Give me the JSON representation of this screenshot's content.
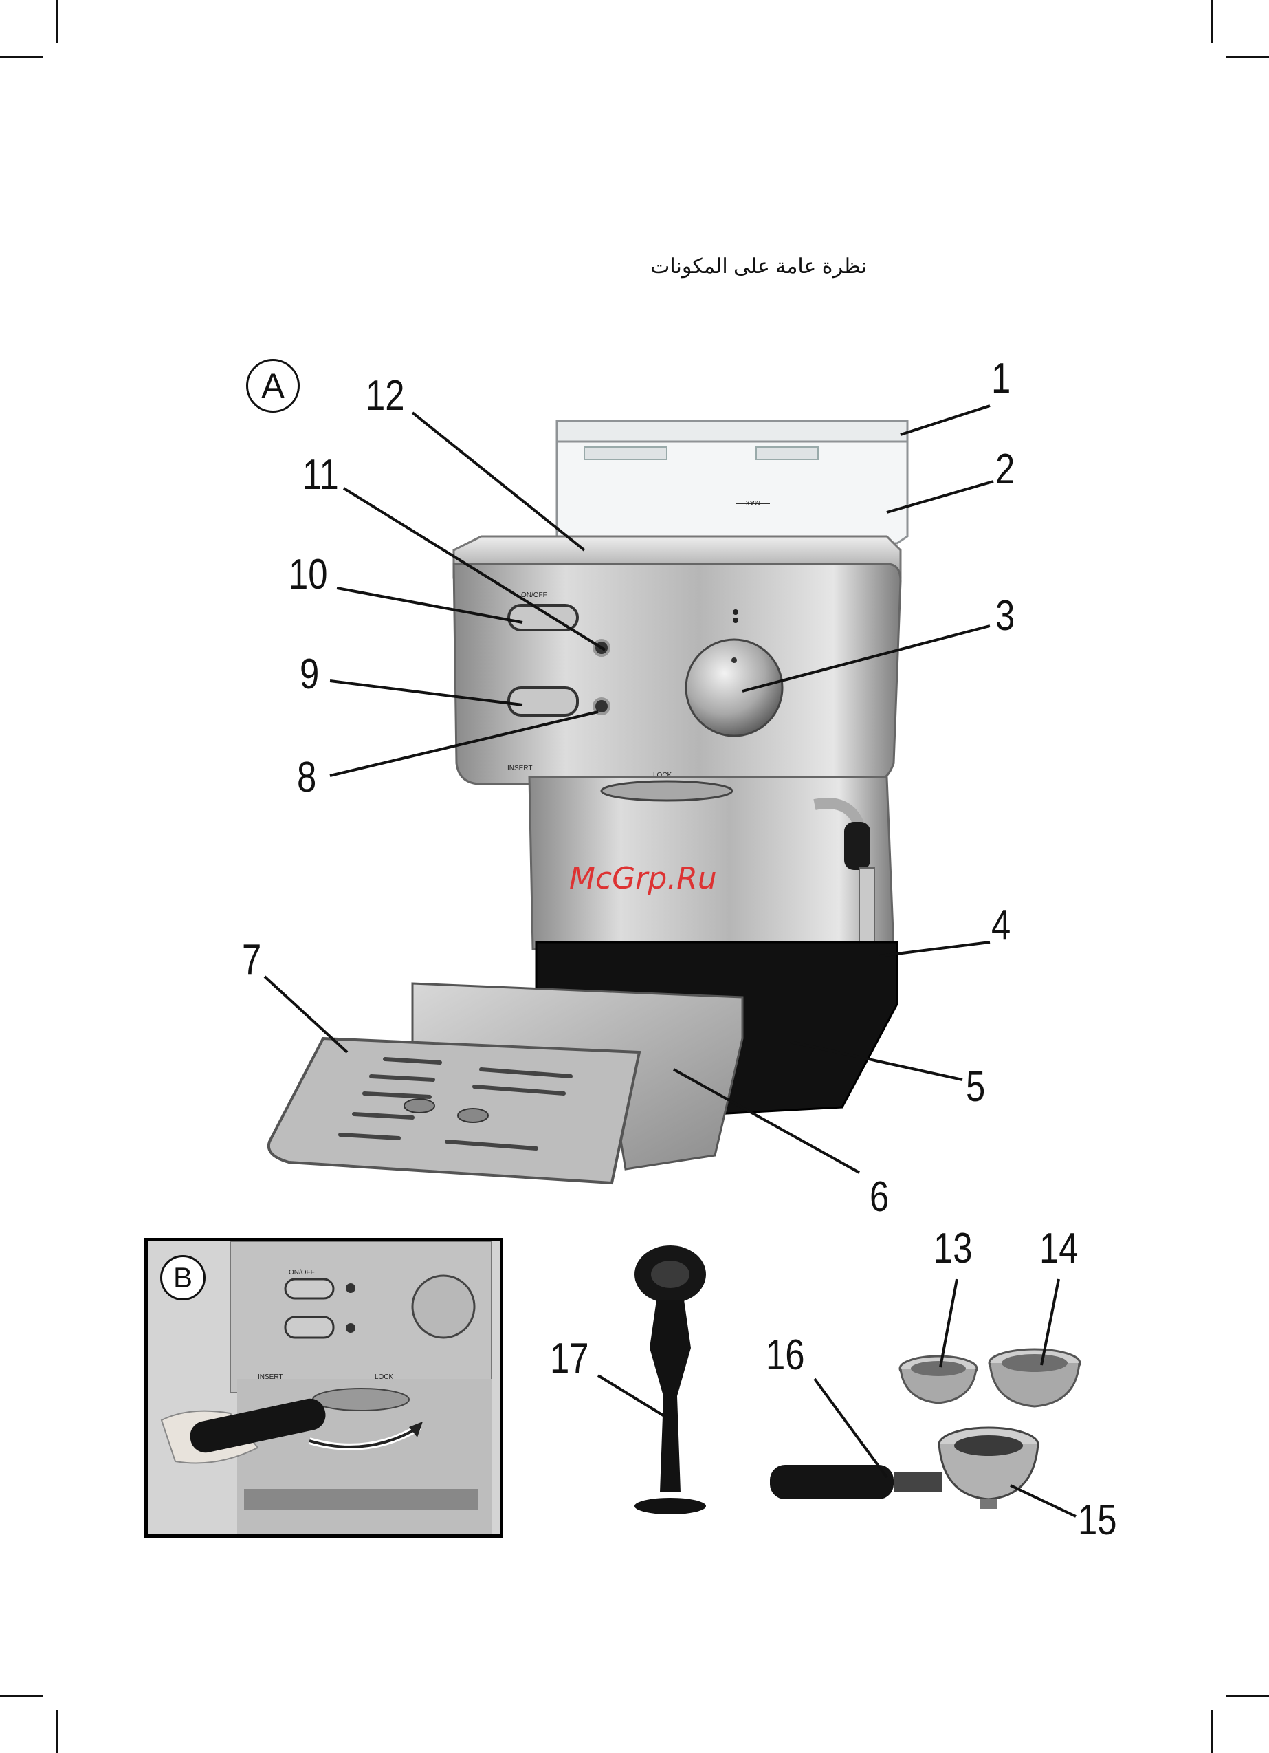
{
  "page": {
    "title": "نظرة عامة على المكونات",
    "watermark": "McGrp.Ru"
  },
  "figure_a": {
    "label": "A",
    "callouts": [
      "1",
      "2",
      "3",
      "4",
      "5",
      "6",
      "7",
      "8",
      "9",
      "10",
      "11",
      "12"
    ],
    "machine_text": {
      "on_off": "ON/OFF",
      "insert": "INSERT",
      "lock": "LOCK",
      "max": "MAX"
    }
  },
  "figure_b": {
    "label": "B",
    "machine_text": {
      "on_off": "ON/OFF",
      "insert": "INSERT",
      "lock": "LOCK"
    }
  },
  "accessories": {
    "callouts": [
      "13",
      "14",
      "15",
      "16",
      "17"
    ]
  }
}
